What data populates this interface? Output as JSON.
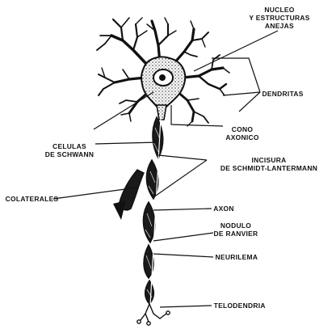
{
  "diagram": {
    "ink_color": "#111111",
    "background": "#ffffff",
    "labels": {
      "nucleo": [
        "NUCLEO",
        "Y ESTRUCTURAS",
        "ANEJAS"
      ],
      "dendritas": "DENDRITAS",
      "cono_axonico": [
        "CONO",
        "AXONICO"
      ],
      "celulas_schwann": [
        "CELULAS",
        "DE SCHWANN"
      ],
      "incisura": [
        "INCISURA",
        "DE SCHMIDT-LANTERMANN"
      ],
      "colaterales": "COLATERALES",
      "axon": "AXON",
      "nodulo_ranvier": [
        "NODULO",
        "DE RANVIER"
      ],
      "neurilema": "NEURILEMA",
      "telodendria": "TELODENDRIA"
    }
  }
}
